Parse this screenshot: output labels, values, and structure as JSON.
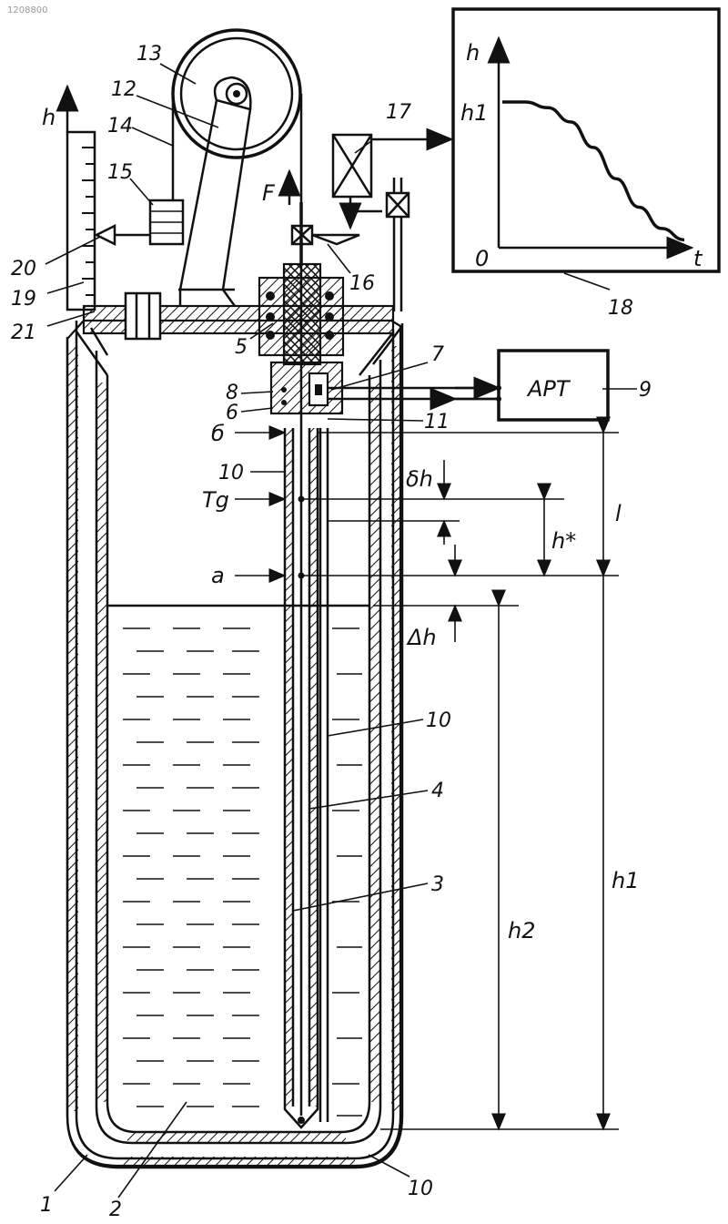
{
  "watermark": "1208800",
  "component_labels": {
    "n1": "1",
    "n2": "2",
    "n3": "3",
    "n4": "4",
    "n5": "5",
    "n6": "6",
    "n7": "7",
    "n8": "8",
    "n9": "9",
    "n10a": "10",
    "n10b": "10",
    "n10c": "10",
    "n11": "11",
    "n12": "12",
    "n13": "13",
    "n14": "14",
    "n15": "15",
    "n16": "16",
    "n17": "17",
    "n18": "18",
    "n19": "19",
    "n20": "20",
    "n21": "21"
  },
  "controller_label": "АРТ",
  "scale_axis_label": "h",
  "force_label": "F",
  "level_labels": {
    "b": "б",
    "tg": "Tg",
    "a": "a",
    "delta_h_small": "δh",
    "h_star": "h*",
    "l": "l",
    "delta_h": "Δh",
    "h1": "h1",
    "h2": "h2"
  },
  "recorder_plot": {
    "y_axis_label": "h",
    "x_axis_label": "t",
    "origin_label": "0",
    "y_tick_label": "h1"
  },
  "chart_data": {
    "type": "line",
    "title": "",
    "xlabel": "t",
    "ylabel": "h",
    "series": [
      {
        "x": [
          0,
          1,
          2,
          3,
          4,
          5,
          6,
          7,
          8
        ],
        "y": [
          1.0,
          1.0,
          0.96,
          0.86,
          0.68,
          0.46,
          0.26,
          0.11,
          0.03
        ]
      }
    ]
  }
}
